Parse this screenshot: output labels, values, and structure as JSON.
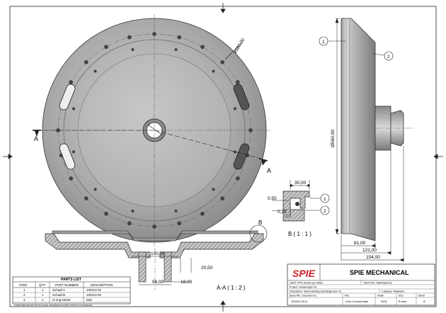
{
  "dimensions": {
    "dia_pcd": "ø580,00",
    "dia_side": "Ø560,00",
    "d_30": "30,00",
    "d_050": "0,50",
    "d_025": "0,25",
    "d_100": "100,00",
    "d_2050": "20,50",
    "d_5600": "56,00",
    "d_1800": "18,00",
    "d_8100": "81,00",
    "d_12100": "121,00",
    "d_15400": "154,00"
  },
  "section": {
    "marker": "A",
    "title": "A-A ( 1 : 2 )"
  },
  "detail": {
    "marker": "B",
    "title": "B ( 1 : 1 )"
  },
  "balloons": [
    "1",
    "2"
  ],
  "parts_list": {
    "title": "PARTS LIST",
    "headers": [
      "ITEM",
      "QTY",
      "PART NUMBER",
      "DESCRIPTION"
    ],
    "rows": [
      [
        "1",
        "1",
        "Schaaf-A",
        "100314-01"
      ],
      [
        "2",
        "1",
        "Schaaf-B",
        "100314-02"
      ],
      [
        "3",
        "1",
        "O-ring 525x6",
        "Mat:"
      ]
    ],
    "footnote": "COMPUTER SIMULATION TO SCALE. MAXIMUM PLOTTED TYPING TO TOLERANCE."
  },
  "title_block": {
    "logo": "SPIE",
    "company": "SPIE MECHANICAL",
    "client": "Client: PPO (Sneek ge Delta)",
    "client_ref": "Client Ref.: klantnaamvce",
    "project": "Project: Sanseringen 02",
    "description": "Description: Samenstelling Spoelingsrosen 02",
    "category": "Category: Maakdeel",
    "row_labels": [
      "Boule NR.: Document no.",
      "Rev:",
      "Finish",
      "Size",
      "Sheet"
    ],
    "row_values": [
      "100314-03-A",
      "Voor Commentaar",
      "NOA",
      "B.user",
      "A"
    ]
  },
  "colors": {
    "steel_dark": "#6b6b6b",
    "steel_light": "#b4b4b4",
    "logo_red": "#d0202a",
    "line": "#222222"
  }
}
